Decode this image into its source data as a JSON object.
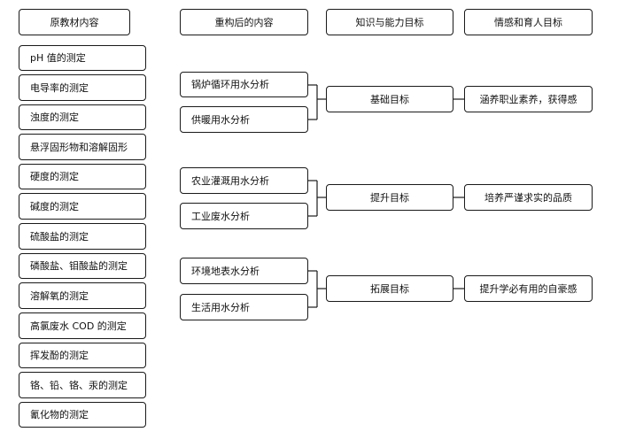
{
  "headers": {
    "original": "原教材内容",
    "restructured": "重构后的内容",
    "knowledge": "知识与能力目标",
    "emotion": "情感和育人目标"
  },
  "original_items": [
    "pH 值的测定",
    "电导率的测定",
    "浊度的测定",
    "悬浮固形物和溶解固形",
    "硬度的测定",
    "碱度的测定",
    "硫酸盐的测定",
    "磷酸盐、钼酸盐的测定",
    "溶解氧的测定",
    "高氯废水 COD 的测定",
    "挥发酚的测定",
    "铬、铅、铬、汞的测定",
    "氰化物的测定"
  ],
  "groups": [
    {
      "items": [
        "锅炉循环用水分析",
        "供暖用水分析"
      ],
      "knowledge": "基础目标",
      "emotion": "涵养职业素养，获得感"
    },
    {
      "items": [
        "农业灌溉用水分析",
        "工业废水分析"
      ],
      "knowledge": "提升目标",
      "emotion": "培养严谨求实的品质"
    },
    {
      "items": [
        "环境地表水分析",
        "生活用水分析"
      ],
      "knowledge": "拓展目标",
      "emotion": "提升学必有用的自豪感"
    }
  ]
}
